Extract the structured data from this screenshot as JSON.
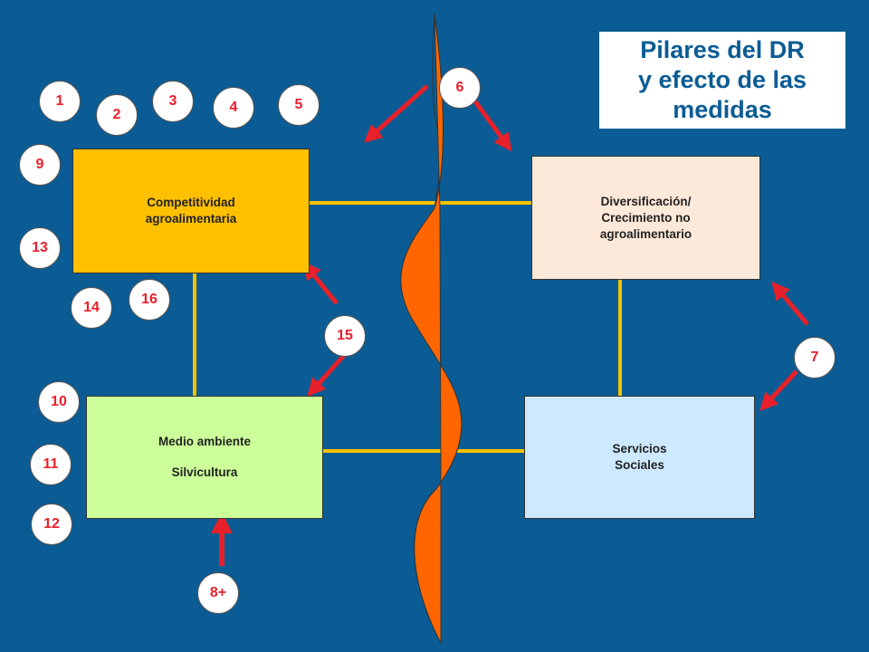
{
  "title": {
    "line1": "Pilares del DR",
    "line2": "y efecto de las",
    "line3": "medidas"
  },
  "boxes": {
    "competitividad": {
      "line1": "Competitividad",
      "line2": "agroalimentaria",
      "color": "#ffc000"
    },
    "diversificacion": {
      "line1": "Diversificación/",
      "line2": "Crecimiento no",
      "line3": "agroalimentario",
      "color": "#fde9d9"
    },
    "medio_ambiente": {
      "line1": "Medio ambiente",
      "line2": "Silvicultura",
      "color": "#ccff99"
    },
    "servicios": {
      "line1": "Servicios",
      "line2": "Sociales",
      "color": "#cce9ff"
    }
  },
  "measures": [
    "1",
    "2",
    "3",
    "4",
    "5",
    "9",
    "13",
    "14",
    "16",
    "15",
    "6",
    "7",
    "10",
    "11",
    "12",
    "8+"
  ],
  "colors": {
    "background": "#0b5c94",
    "connector": "#f5c200",
    "arrow": "#e8202a",
    "wave": "#ff6600"
  }
}
